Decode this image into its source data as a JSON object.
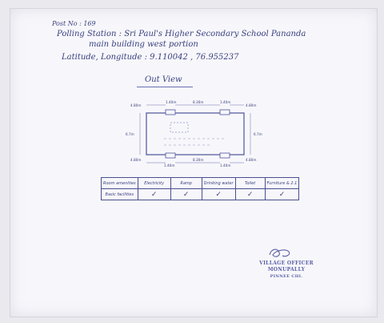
{
  "document": {
    "post": "Post No : 169",
    "polling_station": "Polling Station : Sri Paul's Higher Secondary School Pananda",
    "building": "main building west portion",
    "lat_long": "Latitude, Longitude : 9.110042 , 76.955237",
    "sketch_title": "Out View"
  },
  "sketch": {
    "top_left_dim": "4.80m",
    "top_door": "1.40m",
    "top_mid": "8.30m",
    "top_right_door": "1.40m",
    "top_right_dim": "4.80m",
    "left_side": "6.7m",
    "right_side": "6.7m",
    "bottom_left_dim": "4.80m",
    "bottom_left_door": "1.40m",
    "bottom_mid": "8.30m",
    "bottom_right_door": "1.40m",
    "bottom_right_dim": "4.80m"
  },
  "table": {
    "headers": [
      "Room amenities",
      "Electricity",
      "Ramp",
      "Drinking water",
      "Toilet",
      "Furniture & 2.1"
    ],
    "row_label": "Basic facilities",
    "ticks": [
      "✓",
      "✓",
      "✓",
      "✓",
      "✓"
    ]
  },
  "seal": {
    "line1": "VILLAGE OFFICER",
    "line2": "MONUPALLY",
    "line3": "PINNEE  CHI."
  }
}
